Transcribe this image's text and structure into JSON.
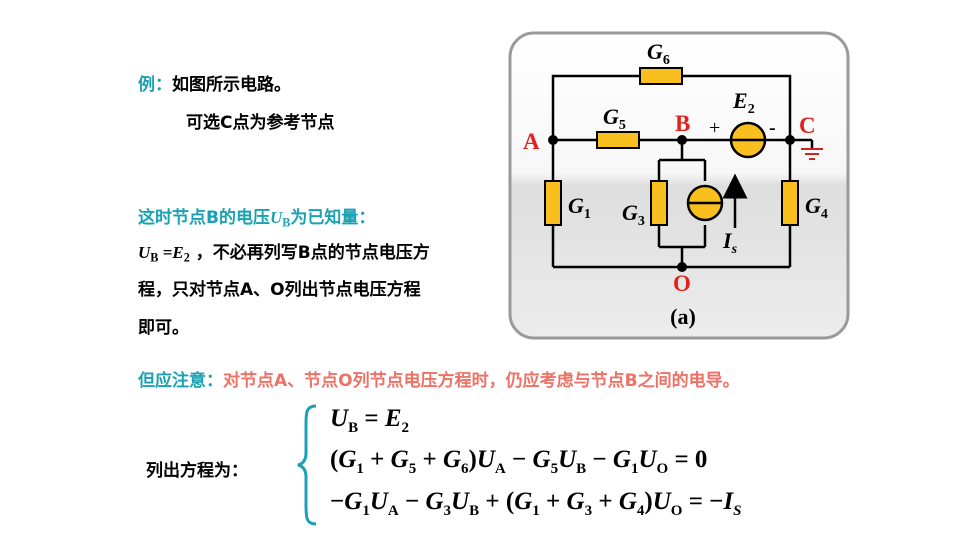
{
  "example": {
    "label": "例：",
    "intro": "如图所示电路。",
    "ref_note": "可选C点为参考节点"
  },
  "note": {
    "heading_pre": "这时节点B的电压",
    "heading_var": "U",
    "heading_sub": "B",
    "heading_post": "为已知量：",
    "body_line1_post": "，不必再列写B点的节点电压方",
    "body_line2": "程，只对节点A、O列出节点电压方程",
    "body_line3": "即可。"
  },
  "attention": {
    "label": "但应注意：",
    "text": "对节点A、节点O列节点电压方程时，仍应考虑与节点B之间的电导。"
  },
  "equations": {
    "label": "列出方程为："
  },
  "circuit": {
    "caption": "(a)",
    "nodes": {
      "A": "A",
      "B": "B",
      "C": "C",
      "O": "O"
    },
    "components": {
      "G6": "G6",
      "G5": "G5",
      "G1": "G1",
      "G3": "G3",
      "G4": "G4",
      "E2": "E2",
      "Is": "Is"
    },
    "polarity": {
      "plus": "+",
      "minus": "-"
    },
    "colors": {
      "resistor": "#f9bf1f",
      "node_label": "#e3211c",
      "panel_border": "#9a9a9a"
    }
  },
  "colors": {
    "teal": "#1aa2b4",
    "salmon": "#ee7166",
    "brace": "#1aa2b4"
  }
}
